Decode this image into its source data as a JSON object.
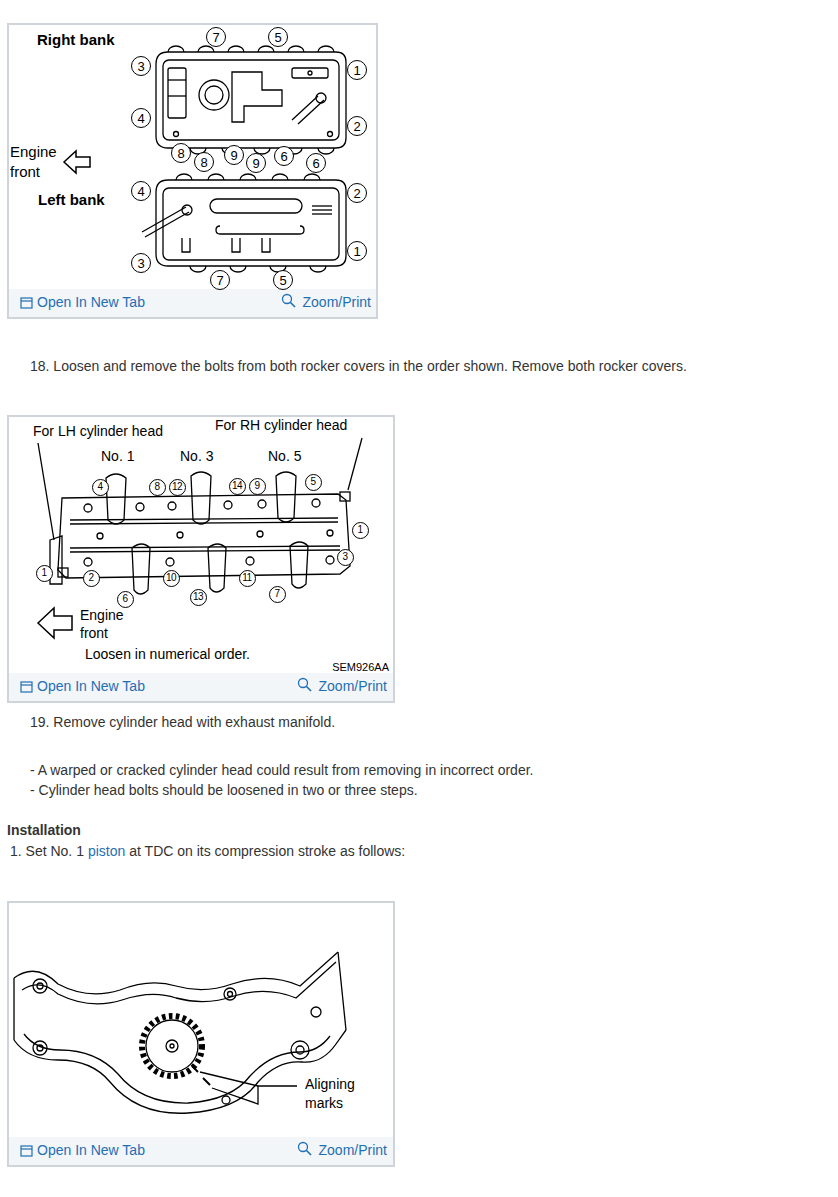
{
  "diagram": {
    "labels": [
      "Right bank",
      "7",
      "5",
      "3",
      "1",
      "4",
      "2",
      "8",
      "8",
      "9",
      "9",
      "6",
      "6",
      "Engine front",
      "Left bank",
      "4",
      "2",
      "1",
      "3",
      "7",
      "5",
      "Open In New Tab",
      "Zoom/Print",
      "18. Loosen and remove the bolts from both rocker covers in the order shown. Remove both rocker covers.",
      "For LH cylinder head",
      "For RH cylinder head",
      "No. 1",
      "No. 3",
      "No. 5",
      "4",
      "8",
      "12",
      "14",
      "9",
      "5",
      "1",
      "3",
      "1",
      "2",
      "10",
      "11",
      "6",
      "13",
      "7",
      "Engine front",
      "Loosen in numerical order.",
      "SEM926AA",
      "Open In New Tab",
      "Zoom/Print",
      "19. Remove cylinder head with exhaust manifold.",
      "- A warped or cracked cylinder head could result from removing in incorrect order.",
      "- Cylinder head bolts should be loosened in two or three steps.",
      "Installation",
      "1. Set No. 1",
      "piston",
      "at TDC on its compression stroke as follows:",
      "Aligning marks",
      "Open In New Tab",
      "Zoom/Print"
    ]
  }
}
